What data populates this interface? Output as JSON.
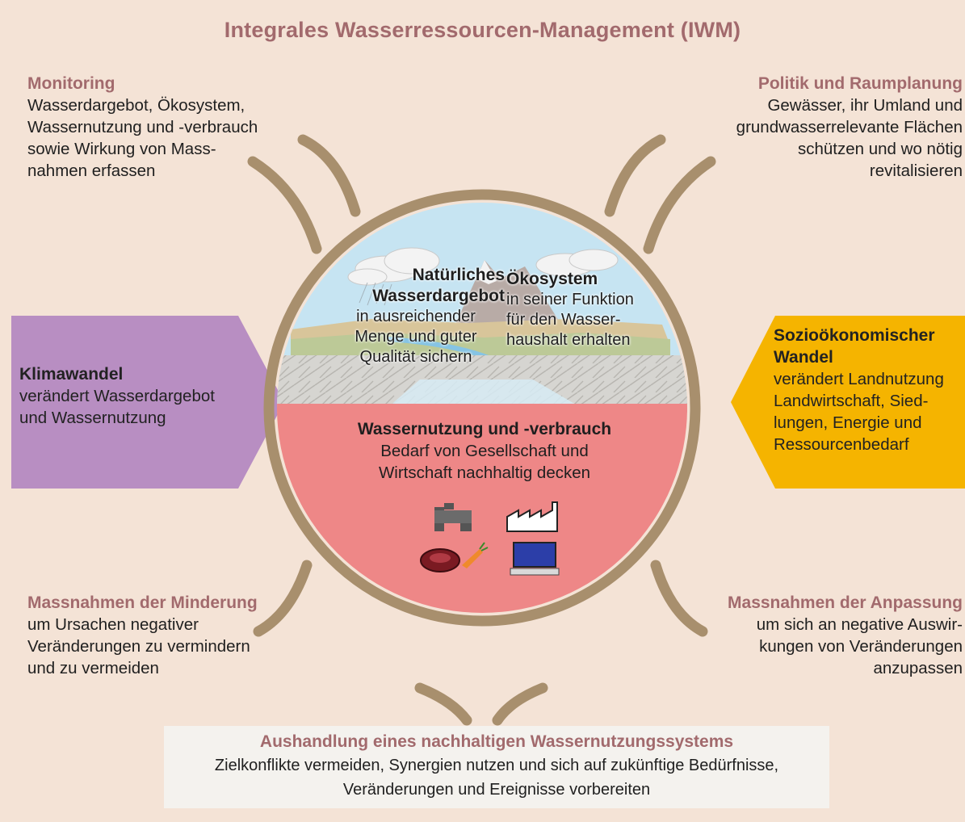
{
  "title": "Integrales Wasserressourcen-Management (IWM)",
  "monitoring": {
    "heading": "Monitoring",
    "lines": [
      "Wasserdargebot, Ökosystem,",
      "Wassernutzung und -verbrauch",
      "sowie Wirkung von Mass-",
      "nahmen erfassen"
    ]
  },
  "politik": {
    "heading": "Politik und Raumplanung",
    "lines": [
      "Gewässer, ihr Umland und",
      "grundwasserrelevante Flächen",
      "schützen und wo nötig",
      "revitalisieren"
    ]
  },
  "klimawandel": {
    "heading": "Klimawandel",
    "lines": [
      "verändert Wasserdargebot",
      "und Wassernutzung"
    ]
  },
  "sozio": {
    "heading_lines": [
      "Sozioökonomischer",
      "Wandel"
    ],
    "lines": [
      "verändert Landnutzung",
      "Landwirtschaft, Sied-",
      "lungen, Energie und",
      "Ressourcenbedarf"
    ]
  },
  "natuerliches": {
    "heading_lines": [
      "Natürliches",
      "Wasserdargebot"
    ],
    "lines": [
      "in ausreichender",
      "Menge und guter",
      "Qualität sichern"
    ]
  },
  "oekosystem": {
    "heading": "Ökosystem",
    "lines": [
      "in seiner Funktion",
      "für den Wasser-",
      "haushalt erhalten"
    ]
  },
  "nutzung": {
    "heading": "Wassernutzung und -verbrauch",
    "lines": [
      "Bedarf von Gesellschaft und",
      "Wirtschaft nachhaltig decken"
    ]
  },
  "minderung": {
    "heading": "Massnahmen der Minderung",
    "lines": [
      "um Ursachen negativer",
      "Veränderungen zu vermindern",
      "und zu vermeiden"
    ]
  },
  "anpassung": {
    "heading": "Massnahmen der Anpassung",
    "lines": [
      "um sich an negative Auswir-",
      "kungen von Veränderungen",
      "anzupassen"
    ]
  },
  "aushandlung": {
    "heading": "Aushandlung eines nachhaltigen Wassernutzungssystems",
    "lines": [
      "Zielkonflikte vermeiden, Synergien nutzen und sich auf zukünftige Bedürfnisse,",
      "Veränderungen und Ereignisse vorbereiten"
    ]
  },
  "icons": [
    "water-tap-icon",
    "factory-icon",
    "meat-and-carrot-icon",
    "computer-icon"
  ],
  "colors": {
    "background": "#f4e3d6",
    "heading": "#a26a6d",
    "ring": "#a88f6d",
    "sky": "#c6e4f2",
    "usage": "#ee8787",
    "klima": "#b88ec2",
    "sozio": "#f5b400"
  }
}
